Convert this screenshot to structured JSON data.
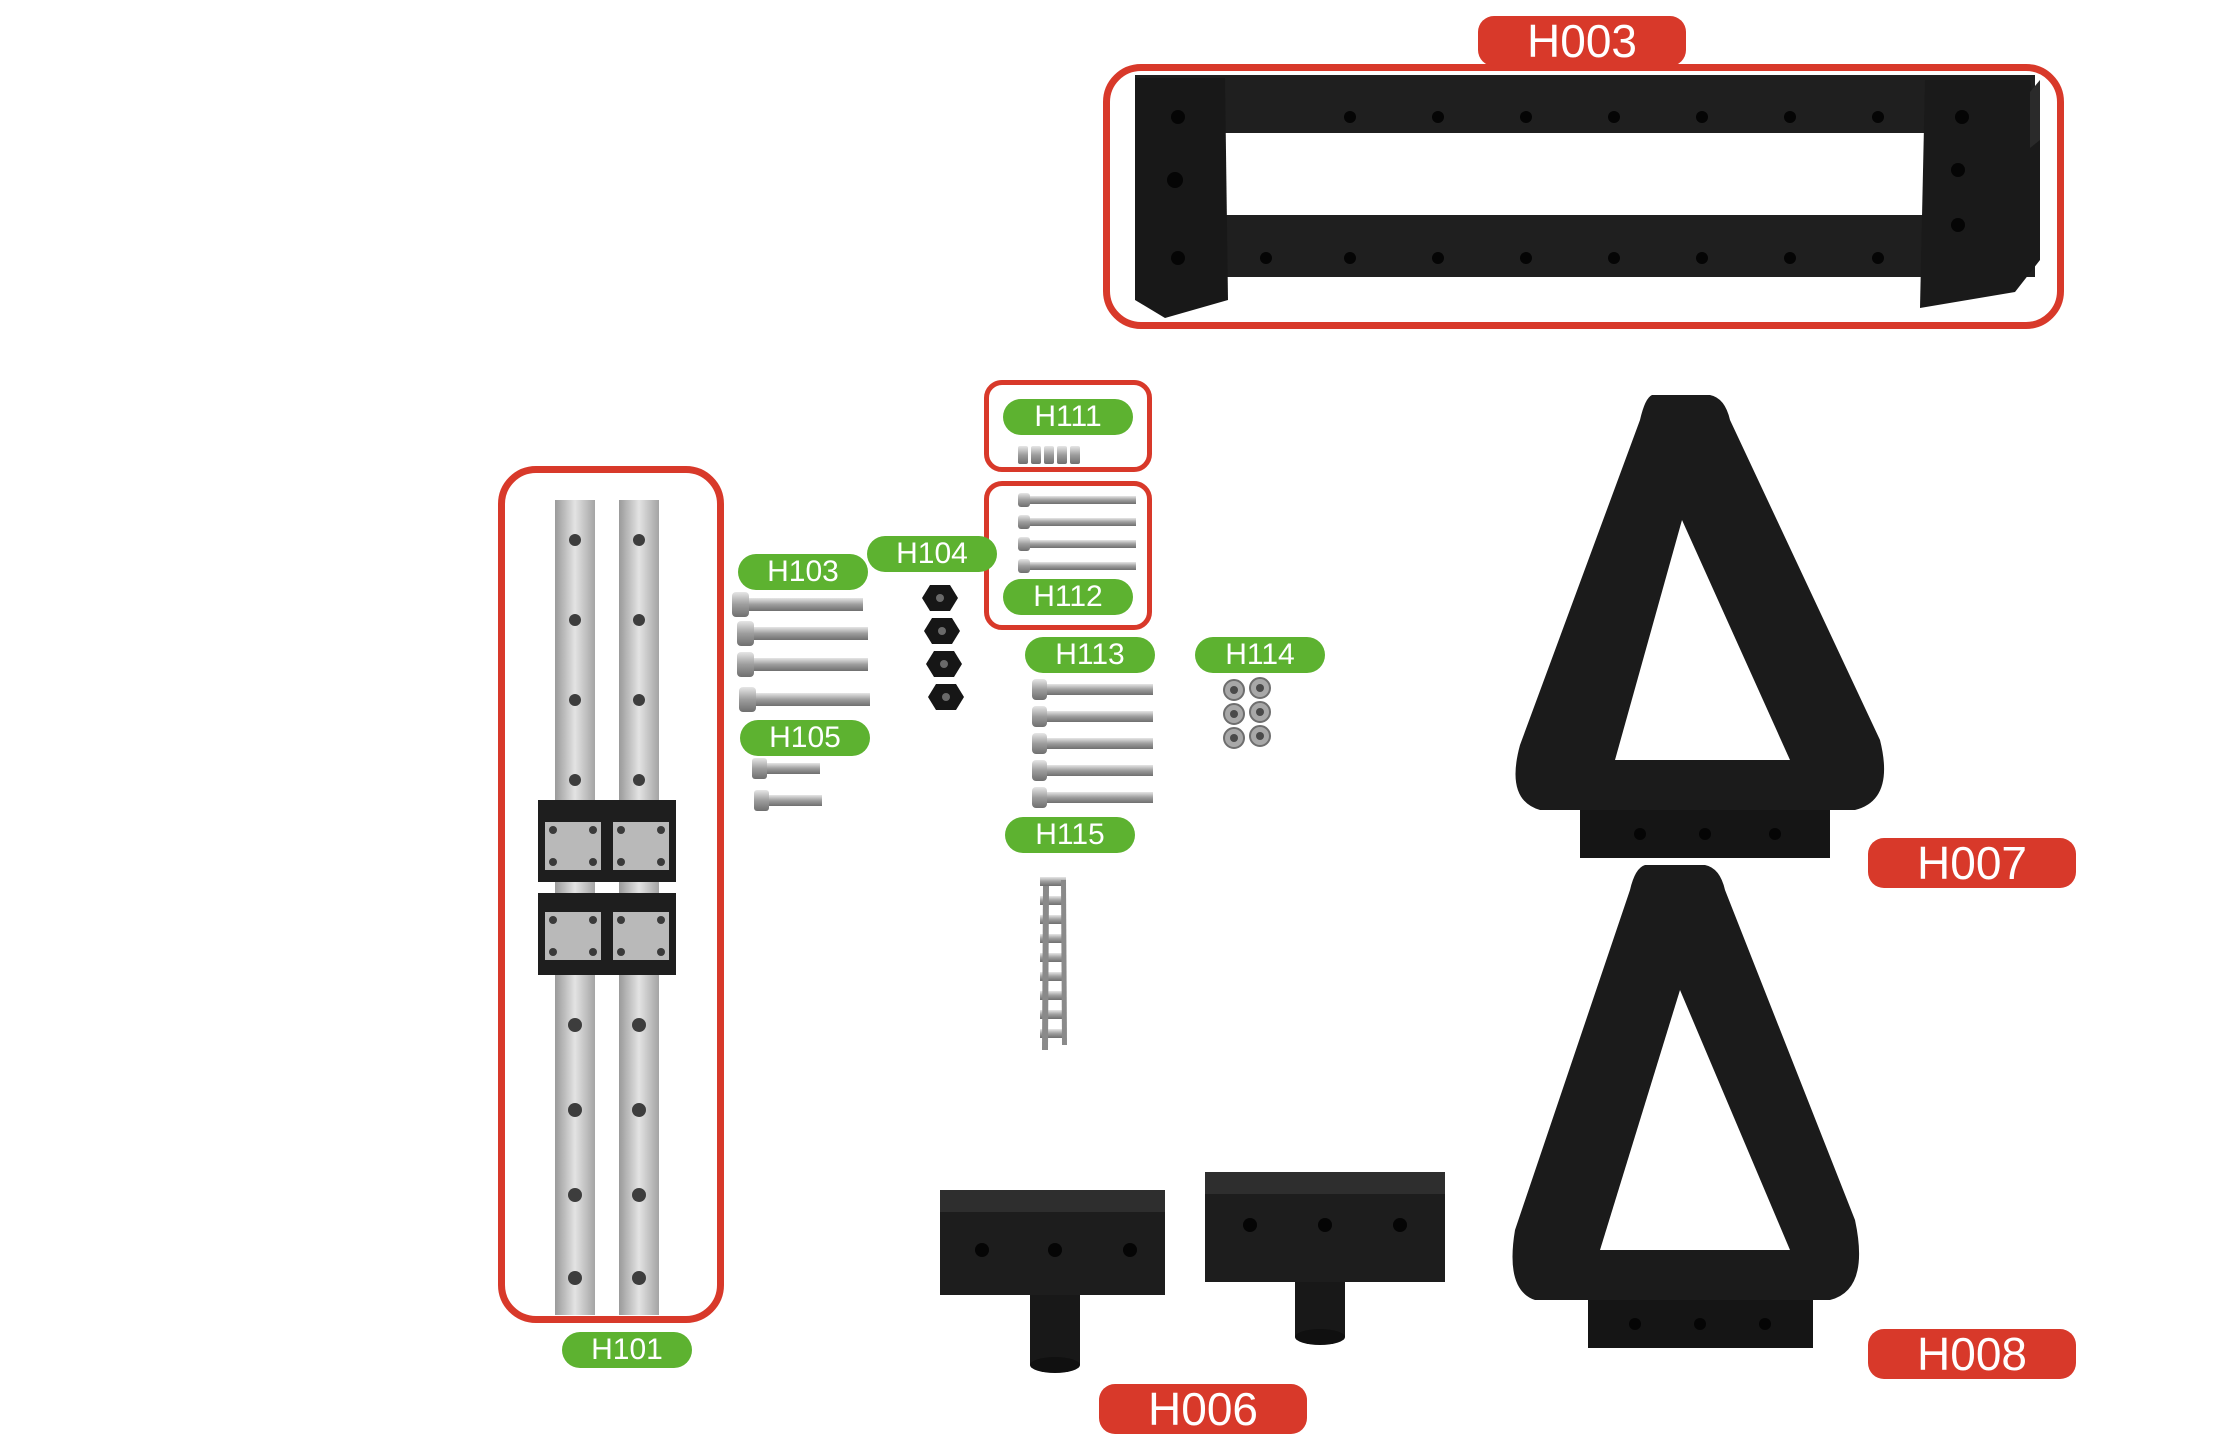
{
  "labels": {
    "h003": "H003",
    "h111": "H111",
    "h112": "H112",
    "h103": "H103",
    "h104": "H104",
    "h113": "H113",
    "h114": "H114",
    "h105": "H105",
    "h115": "H115",
    "h101": "H101",
    "h006": "H006",
    "h007": "H007",
    "h008": "H008"
  },
  "colors": {
    "red_label": "#d8392a",
    "green_label": "#5db230",
    "part_black": "#1c1c1c",
    "rail_steel": "#c9c9c9"
  }
}
